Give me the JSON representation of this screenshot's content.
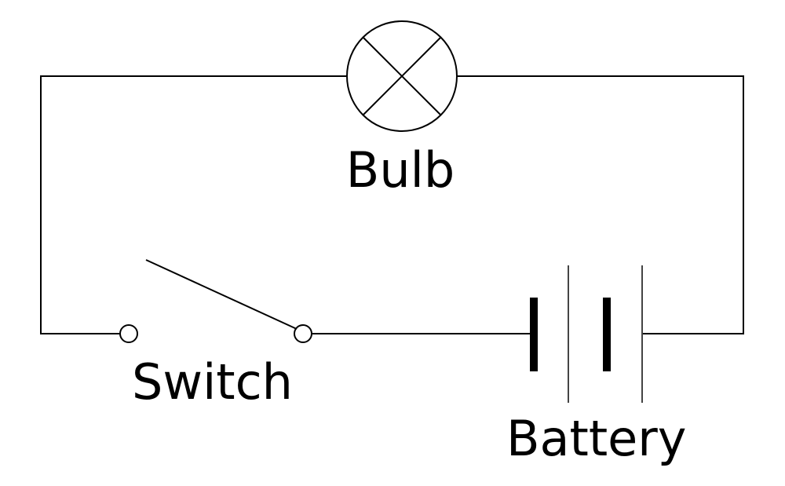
{
  "diagram": {
    "type": "circuit",
    "components": [
      {
        "id": "bulb",
        "kind": "lamp",
        "label": "Bulb"
      },
      {
        "id": "switch",
        "kind": "switch",
        "state": "open",
        "label": "Switch"
      },
      {
        "id": "battery",
        "kind": "battery",
        "cells": 2,
        "label": "Battery"
      }
    ],
    "connections": [
      [
        "switch",
        "battery"
      ],
      [
        "battery",
        "bulb"
      ],
      [
        "bulb",
        "switch"
      ]
    ]
  },
  "labels": {
    "bulb": "Bulb",
    "switch": "Switch",
    "battery": "Battery"
  },
  "colors": {
    "wire": "#000000",
    "background": "#ffffff"
  }
}
